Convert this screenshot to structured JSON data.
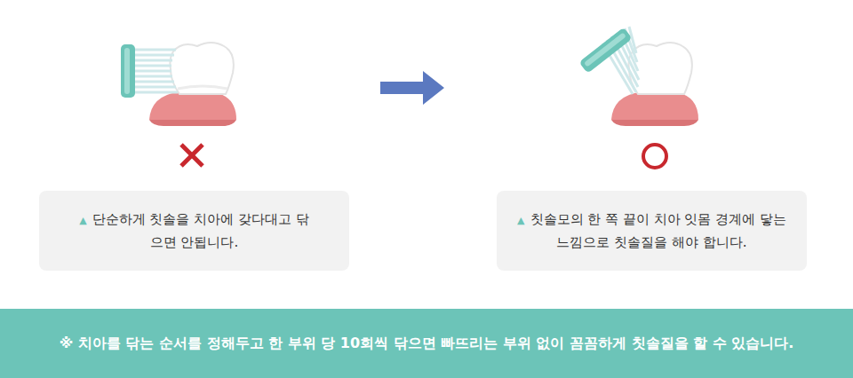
{
  "diagram": {
    "nodes": [
      {
        "text": [
          "▲",
          "단순하게 칫솔을 치아에 갖다대고 닦으면 안됩니다."
        ]
      },
      {
        "text": [
          "▲",
          "칫솔모의 한 쪽 끝이 치아 잇몸 경계에 닿는 느낌으로 칫솔질을 해야 합니다."
        ]
      },
      {
        "text": [
          "※ 치아를 닦는 순서를 정해두고 한 부위 당 10회씩 닦으면 빠뜨리는 부위 없이 꼼꼼하게 칫솔질을 할 수 있습니다."
        ]
      }
    ]
  }
}
